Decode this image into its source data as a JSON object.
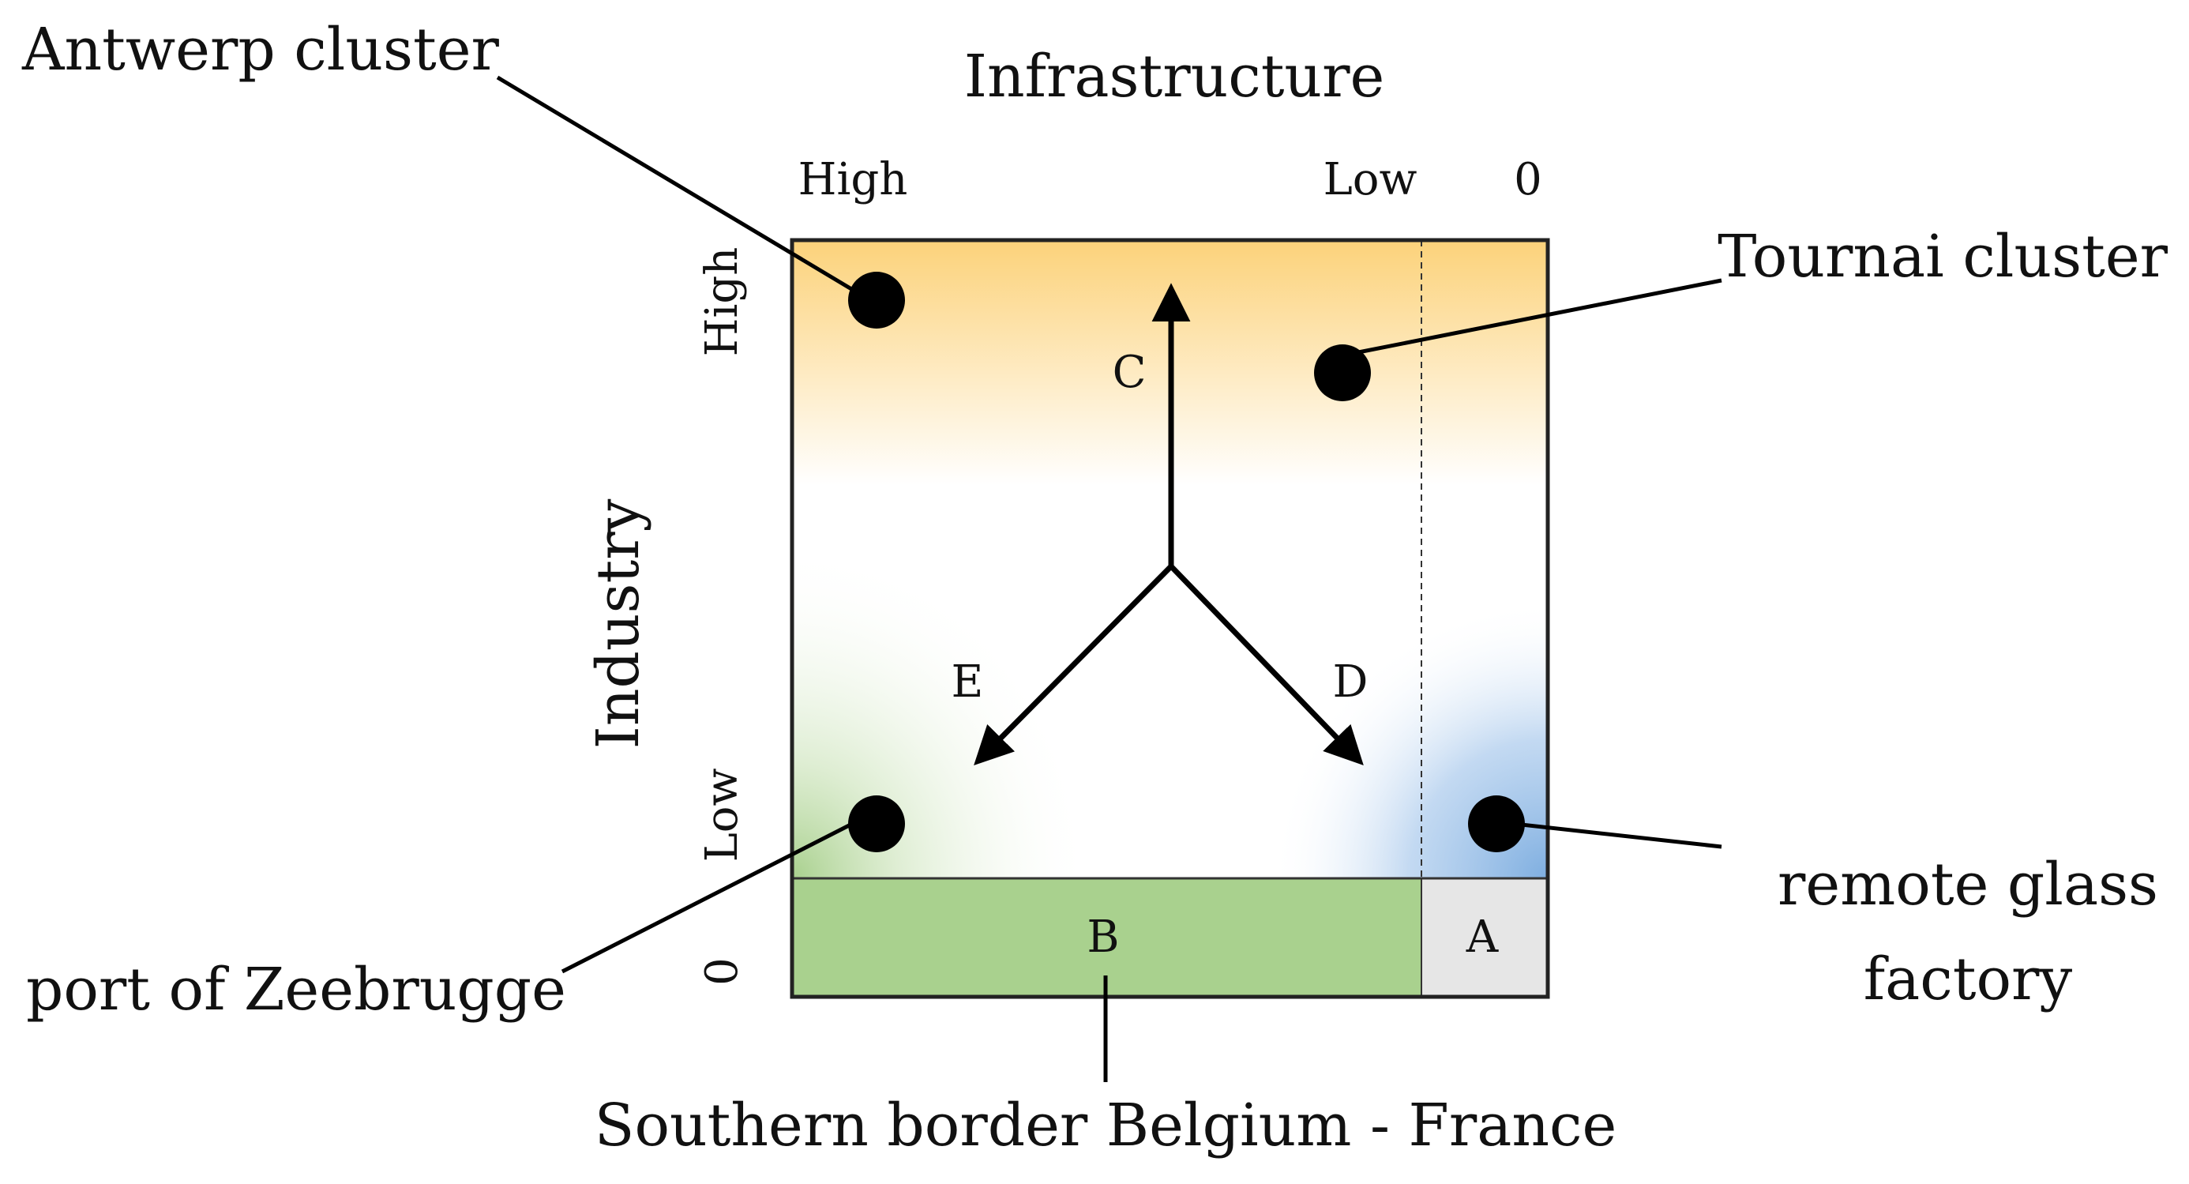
{
  "axes": {
    "x_title": "Infrastructure",
    "x_ticks": [
      "High",
      "Low",
      "0"
    ],
    "y_title": "Industry",
    "y_ticks": [
      "High",
      "Low",
      "0"
    ]
  },
  "zones": {
    "a": "A",
    "b": "B"
  },
  "arrows": [
    "C",
    "D",
    "E"
  ],
  "callouts": {
    "antwerp": "Antwerp cluster",
    "tournai": "Tournai cluster",
    "zeebrugge": "port of Zeebrugge",
    "glass_line1": "remote glass",
    "glass_line2": "factory",
    "border": "Southern border Belgium - France"
  },
  "colors": {
    "high_industry": "#fcd27a",
    "low_industry_high_infra": "#a8d08d",
    "low_industry_no_infra": "#7eaee0",
    "zone_b": "#a9d18e",
    "zone_a": "#e6e6e6"
  }
}
